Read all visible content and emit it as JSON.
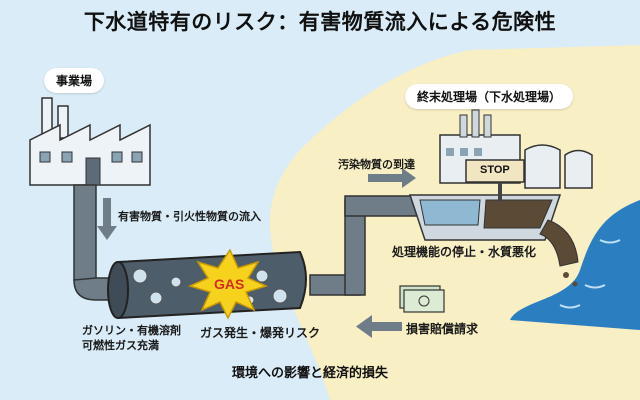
{
  "title": "下水道特有のリスク：有害物質流入による危険性",
  "labels": {
    "factory": "事業場",
    "plant": "終末処理場（下水処理場）",
    "inflow": "有害物質・引火性物質の流入",
    "arrival": "汚染物質の到達",
    "stop_sign": "STOP",
    "gas": "GAS",
    "pipe_contents_line1": "ガソリン・有機溶剤",
    "pipe_contents_line2": "可燃性ガス充満",
    "explosion": "ガス発生・爆発リスク",
    "plant_failure": "処理機能の停止・水質悪化",
    "compensation": "損害賠償請求",
    "impact": "環境への影響と経済的損失"
  },
  "colors": {
    "background_left": "#d9ecf7",
    "background_right": "#f8efc4",
    "pipe": "#5d6b78",
    "gas_burst": "#f6d21c",
    "gas_text": "#d62d1e",
    "river": "#2b7fc1",
    "sludge": "#5b4a36"
  }
}
